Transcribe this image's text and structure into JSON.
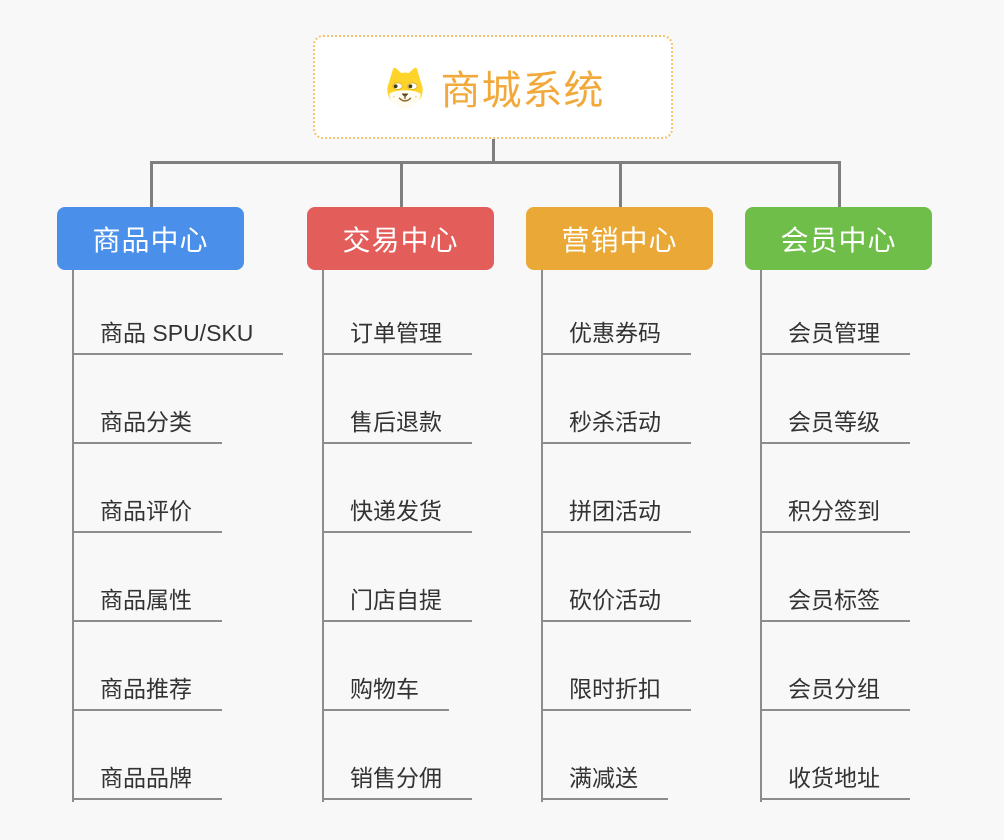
{
  "root": {
    "label": "商城系统",
    "icon": "doge-icon",
    "text_color": "#F2A93B",
    "border_color": "#F4C36F"
  },
  "colors": {
    "background": "#F8F8F8",
    "connector": "#7F7F7F",
    "child_line": "#8C8C8C",
    "child_text": "#333333"
  },
  "branches": [
    {
      "label": "商品中心",
      "color": "#4A8FE9",
      "children": [
        "商品 SPU/SKU",
        "商品分类",
        "商品评价",
        "商品属性",
        "商品推荐",
        "商品品牌"
      ]
    },
    {
      "label": "交易中心",
      "color": "#E35D5B",
      "children": [
        "订单管理",
        "售后退款",
        "快递发货",
        "门店自提",
        "购物车",
        "销售分佣"
      ]
    },
    {
      "label": "营销中心",
      "color": "#EAA937",
      "children": [
        "优惠券码",
        "秒杀活动",
        "拼团活动",
        "砍价活动",
        "限时折扣",
        "满减送"
      ]
    },
    {
      "label": "会员中心",
      "color": "#6EBE49",
      "children": [
        "会员管理",
        "会员等级",
        "积分签到",
        "会员标签",
        "会员分组",
        "收货地址"
      ]
    }
  ]
}
